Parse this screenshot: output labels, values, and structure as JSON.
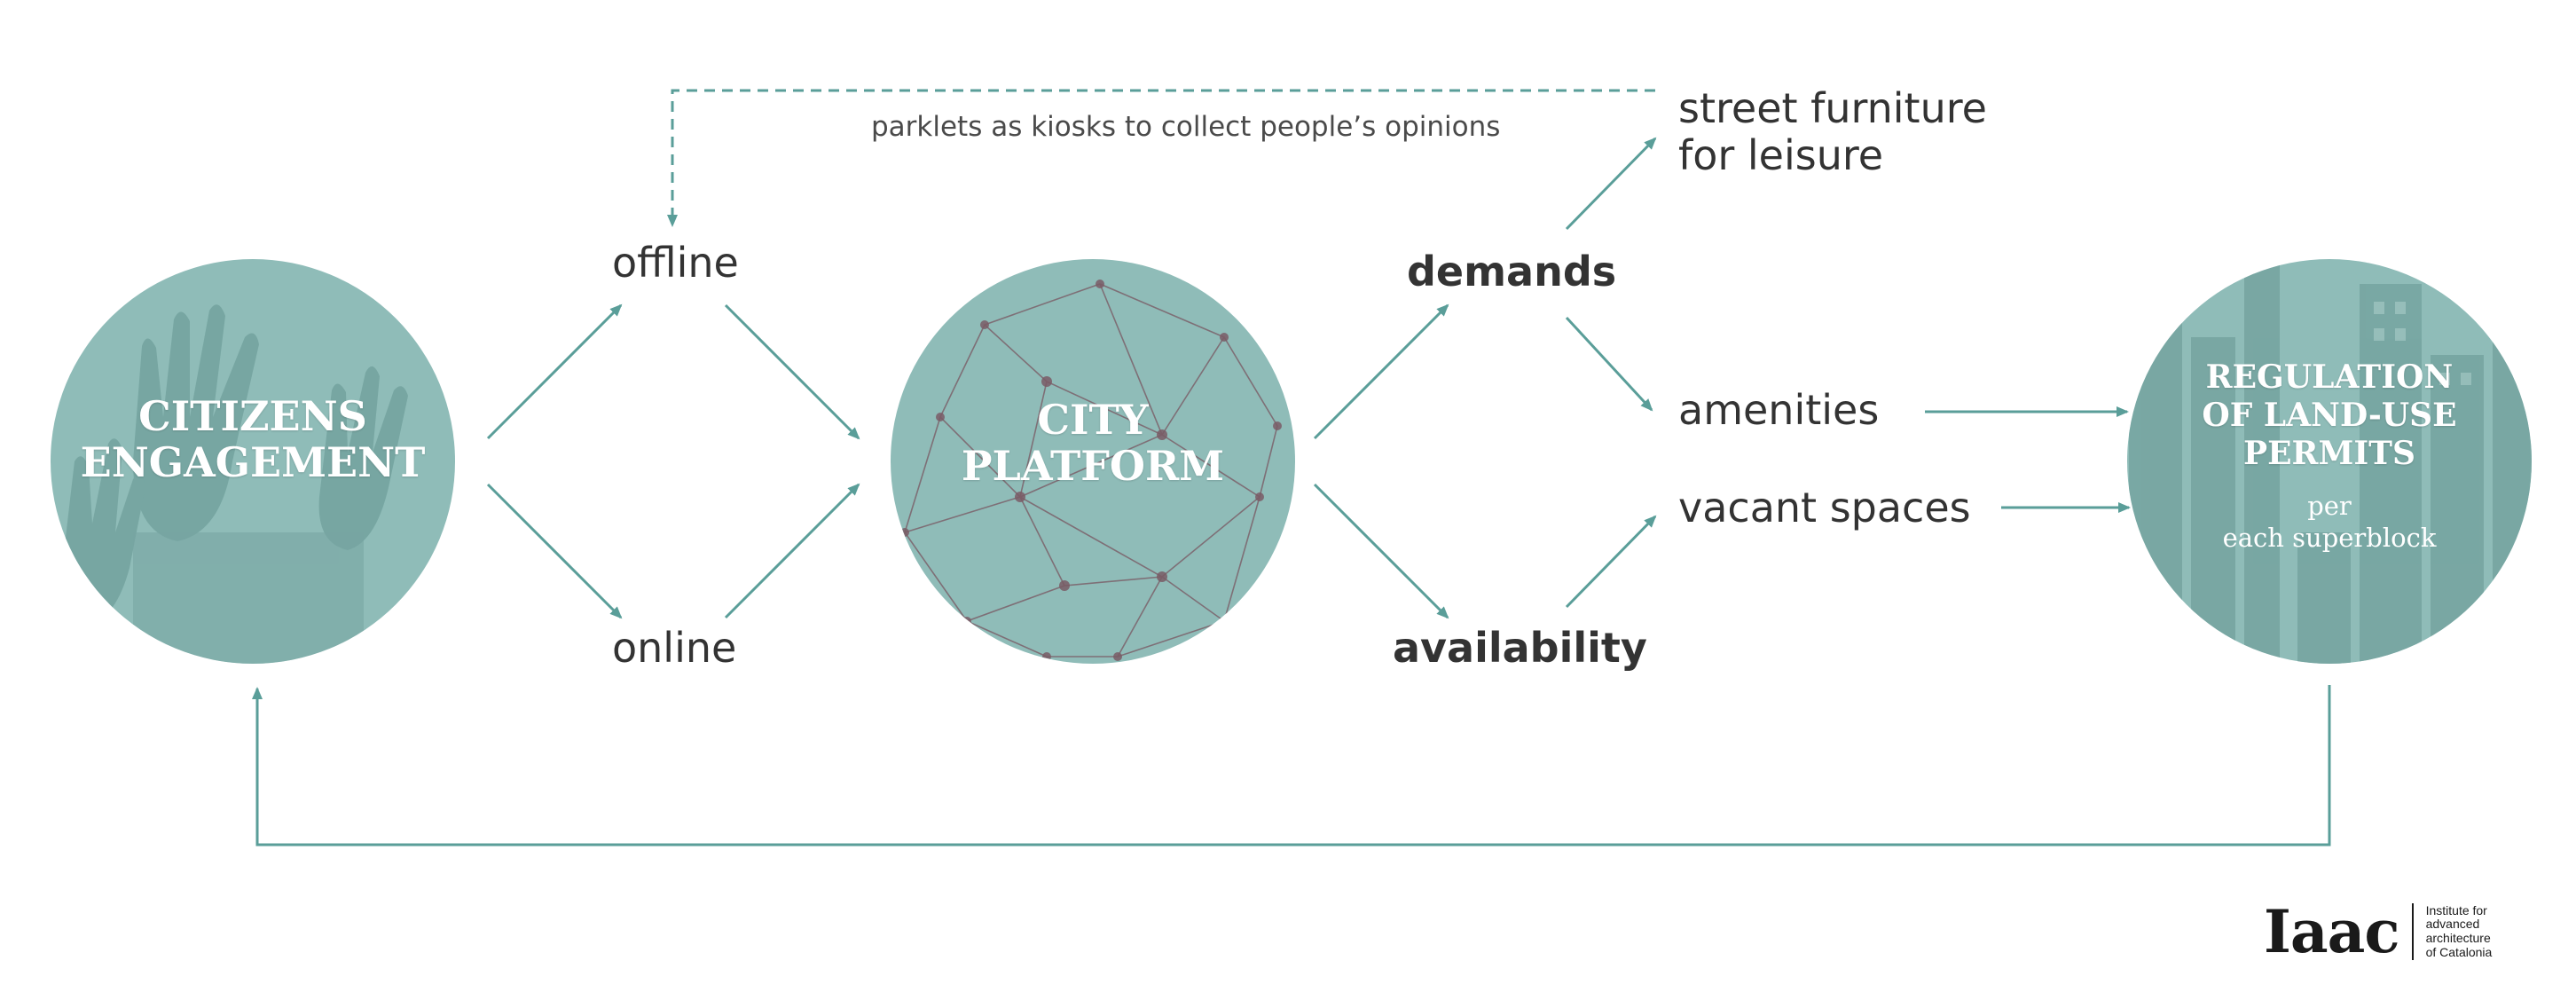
{
  "colors": {
    "accent": "#5a9e99",
    "circle_fill": "#8fbcb8",
    "text": "#333333"
  },
  "nodes": {
    "citizens": {
      "line1": "CITIZENS",
      "line2": "ENGAGEMENT"
    },
    "platform": {
      "line1": "CITY",
      "line2": "PLATFORM"
    },
    "regulation": {
      "line1": "REGULATION",
      "line2": "OF LAND-USE",
      "line3": "PERMITS",
      "sub1": "per",
      "sub2": "each superblock"
    }
  },
  "labels": {
    "offline": "offline",
    "online": "online",
    "demands": "demands",
    "availability": "availability",
    "street_furniture_1": "street furniture",
    "street_furniture_2": "for leisure",
    "amenities": "amenities",
    "vacant_spaces": "vacant spaces",
    "feedback_note": "parklets as kiosks to collect people’s opinions"
  },
  "logo": {
    "mark_main": "Iaac",
    "lines": [
      "Institute for",
      "advanced",
      "architecture",
      "of Catalonia"
    ]
  }
}
